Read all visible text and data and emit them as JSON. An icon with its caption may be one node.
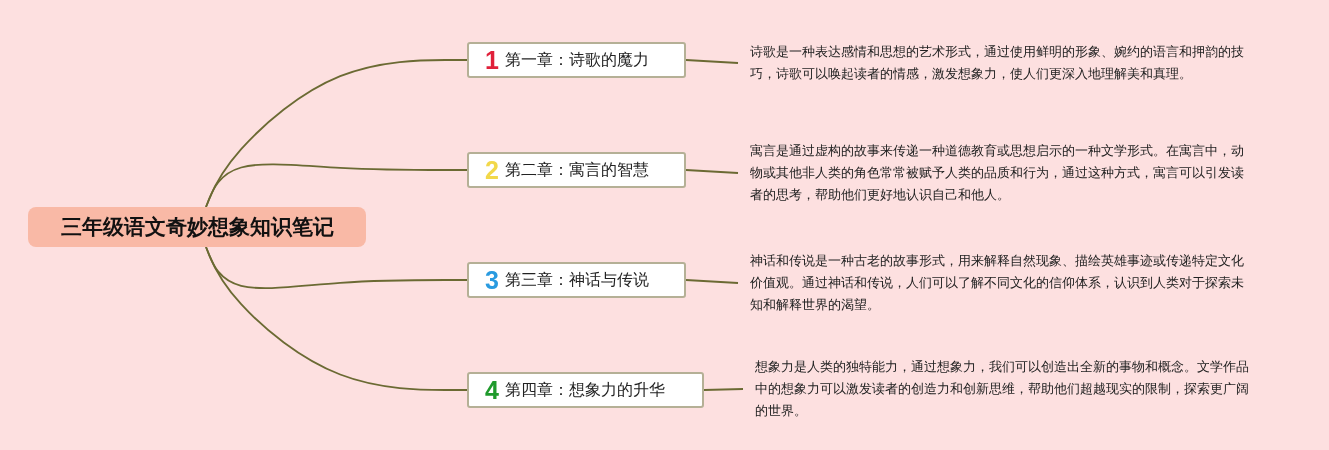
{
  "diagram": {
    "nodes": [
      {
        "text": [
          "三年级语文奇妙想象知识笔记"
        ]
      },
      {
        "text": [
          "1",
          "第一章：诗歌的魔力"
        ]
      },
      {
        "text": [
          "2",
          "第二章：寓言的智慧"
        ]
      },
      {
        "text": [
          "3",
          "第三章：神话与传说"
        ]
      },
      {
        "text": [
          "4",
          "第四章：想象力的升华"
        ]
      },
      {
        "text": [
          "诗歌是一种表达感情和思想的艺术形式，通过使用鲜明的形象、婉约的语言和押韵的技巧，诗歌可以唤起读者的情感，激发想象力，使人们更深入地理解美和真理。"
        ]
      },
      {
        "text": [
          "寓言是通过虚构的故事来传递一种道德教育或思想启示的一种文学形式。在寓言中，动物或其他非人类的角色常常被赋予人类的品质和行为，通过这种方式，寓言可以引发读者的思考，帮助他们更好地认识自己和他人。"
        ]
      },
      {
        "text": [
          "神话和传说是一种古老的故事形式，用来解释自然现象、描绘英雄事迹或传递特定文化价值观。通过神话和传说，人们可以了解不同文化的信仰体系，认识到人类对于探索未知和解释世界的渴望。"
        ]
      },
      {
        "text": [
          "想象力是人类的独特能力，通过想象力，我们可以创造出全新的事物和概念。文学作品中的想象力可以激发读者的创造力和创新思维，帮助他们超越现实的限制，探索更广阔的世界。"
        ]
      }
    ],
    "edges": [
      {
        "from": 0,
        "to": 1,
        "arrow": "none"
      },
      {
        "from": 0,
        "to": 2,
        "arrow": "none"
      },
      {
        "from": 0,
        "to": 3,
        "arrow": "none"
      },
      {
        "from": 0,
        "to": 4,
        "arrow": "none"
      },
      {
        "from": 1,
        "to": 5,
        "arrow": "none"
      },
      {
        "from": 2,
        "to": 6,
        "arrow": "none"
      },
      {
        "from": 3,
        "to": 7,
        "arrow": "none"
      },
      {
        "from": 4,
        "to": 8,
        "arrow": "none"
      }
    ]
  }
}
